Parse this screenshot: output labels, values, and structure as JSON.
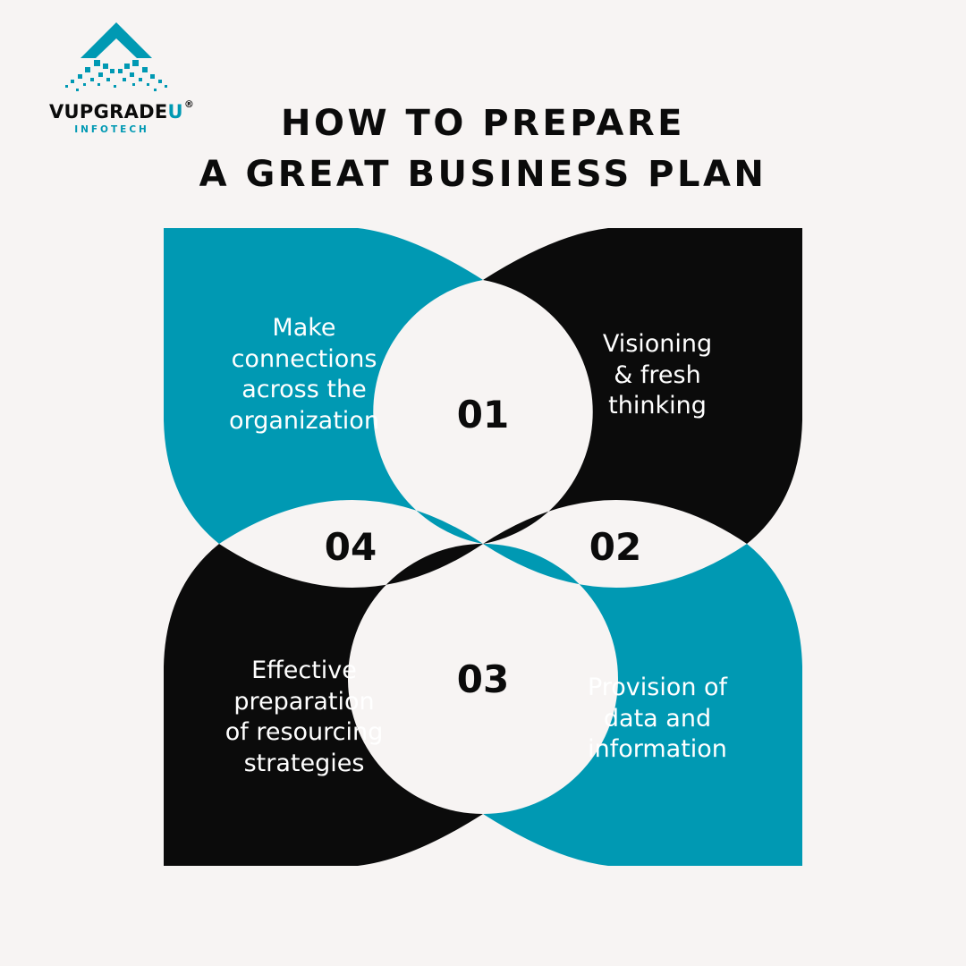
{
  "brand": {
    "name_main": "VUPGRADE",
    "name_accent": "U",
    "registered_mark": "®",
    "subtitle": "INFOTECH"
  },
  "title": {
    "line1": "HOW TO PREPARE",
    "line2": "A GREAT BUSINESS PLAN"
  },
  "colors": {
    "teal": "#0099b3",
    "black": "#0b0b0b",
    "background": "#f7f4f3",
    "text_on_shape": "#ffffff"
  },
  "steps": [
    {
      "number": "01",
      "text": "Make connections across the organization",
      "lines": [
        "Make",
        "connections",
        "across the",
        "organization"
      ],
      "shape_color": "teal"
    },
    {
      "number": "02",
      "text": "Visioning & fresh thinking",
      "lines": [
        "Visioning",
        "& fresh",
        "thinking"
      ],
      "shape_color": "black"
    },
    {
      "number": "03",
      "text": "Provision of data and information",
      "lines": [
        "Provision of",
        "data and",
        "information"
      ],
      "shape_color": "teal"
    },
    {
      "number": "04",
      "text": "Effective preparation of resourcing strategies",
      "lines": [
        "Effective",
        "preparation",
        "of resourcing",
        "strategies"
      ],
      "shape_color": "black"
    }
  ]
}
